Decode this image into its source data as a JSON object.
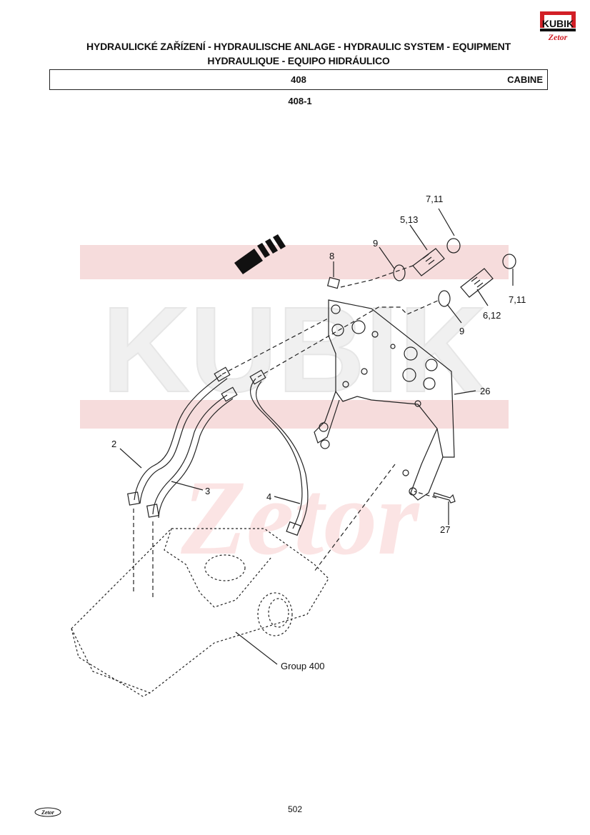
{
  "header": {
    "title_line1": "HYDRAULICKÉ ZAŘÍZENÍ - HYDRAULISCHE ANLAGE - HYDRAULIC SYSTEM - EQUIPMENT",
    "title_line2": "HYDRAULIQUE - EQUIPO HIDRÁULICO",
    "section_code": "408",
    "section_name": "CABINE",
    "figure_id": "408-1"
  },
  "logos": {
    "top_right": "KUBIK",
    "top_right_sub": "Zetor",
    "watermark_main": "KUBIK",
    "watermark_sub": "Zetor",
    "footer": "Zetor"
  },
  "callouts": {
    "c_7_11_top": "7,11",
    "c_5_13": "5,13",
    "c_9_top": "9",
    "c_8": "8",
    "c_7_11_right": "7,11",
    "c_6_12": "6,12",
    "c_9_right": "9",
    "c_26": "26",
    "c_2": "2",
    "c_3": "3",
    "c_4": "4",
    "c_27": "27",
    "c_group": "Group 400"
  },
  "footer": {
    "page_number": "502"
  },
  "colors": {
    "watermark": "#f4d3d3",
    "logo_red": "#d21f26",
    "line": "#222222"
  }
}
